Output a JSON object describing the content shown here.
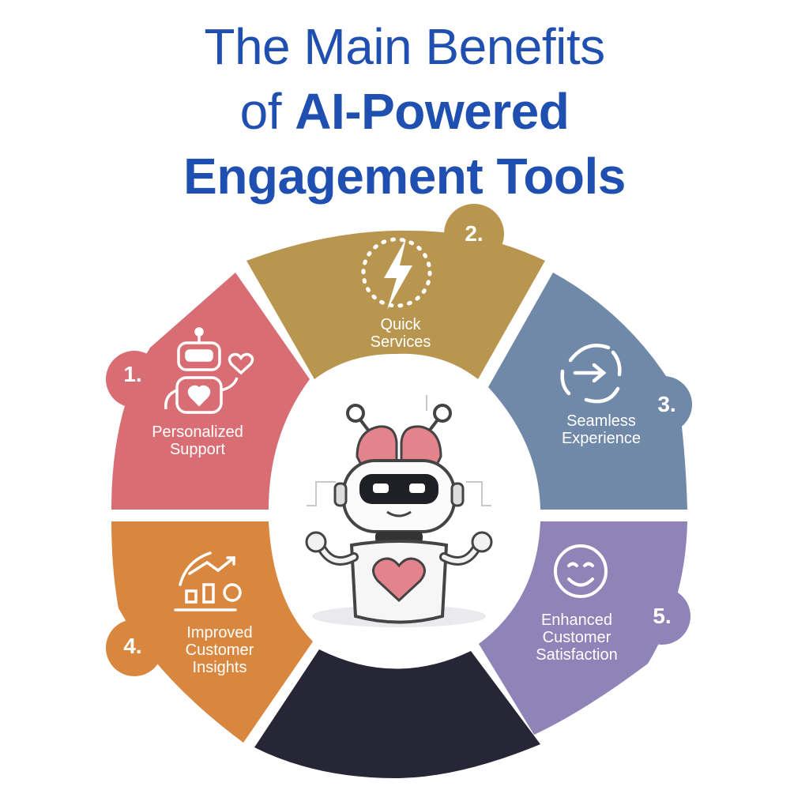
{
  "title": {
    "line1": "The Main Benefits",
    "line2_prefix": "of",
    "line2_bold": "AI-Powered",
    "line3": "Engagement Tools"
  },
  "colors": {
    "title": "#1f4fb0",
    "personalized": "#d96d74",
    "quick": "#b99650",
    "seamless": "#7189a8",
    "improved": "#d9873e",
    "enhanced": "#8f83b7",
    "bottom": "#262637"
  },
  "segments": [
    {
      "id": "personalized",
      "number": "1.",
      "lines": [
        "Personalized",
        "Support"
      ],
      "icon": "robot-heart-icon"
    },
    {
      "id": "quick",
      "number": "2.",
      "lines": [
        "Quick",
        "Services"
      ],
      "icon": "lightning-icon"
    },
    {
      "id": "seamless",
      "number": "3.",
      "lines": [
        "Seamless",
        "Experience"
      ],
      "icon": "arrow-cycle-icon"
    },
    {
      "id": "improved",
      "number": "4.",
      "lines": [
        "Improved",
        "Customer",
        "Insights"
      ],
      "icon": "chart-growth-icon"
    },
    {
      "id": "enhanced",
      "number": "5.",
      "lines": [
        "Enhanced",
        "Customer",
        "Satisfaction"
      ],
      "icon": "smiley-icon"
    }
  ],
  "center": {
    "icon": "robot-brain-heart-icon"
  }
}
